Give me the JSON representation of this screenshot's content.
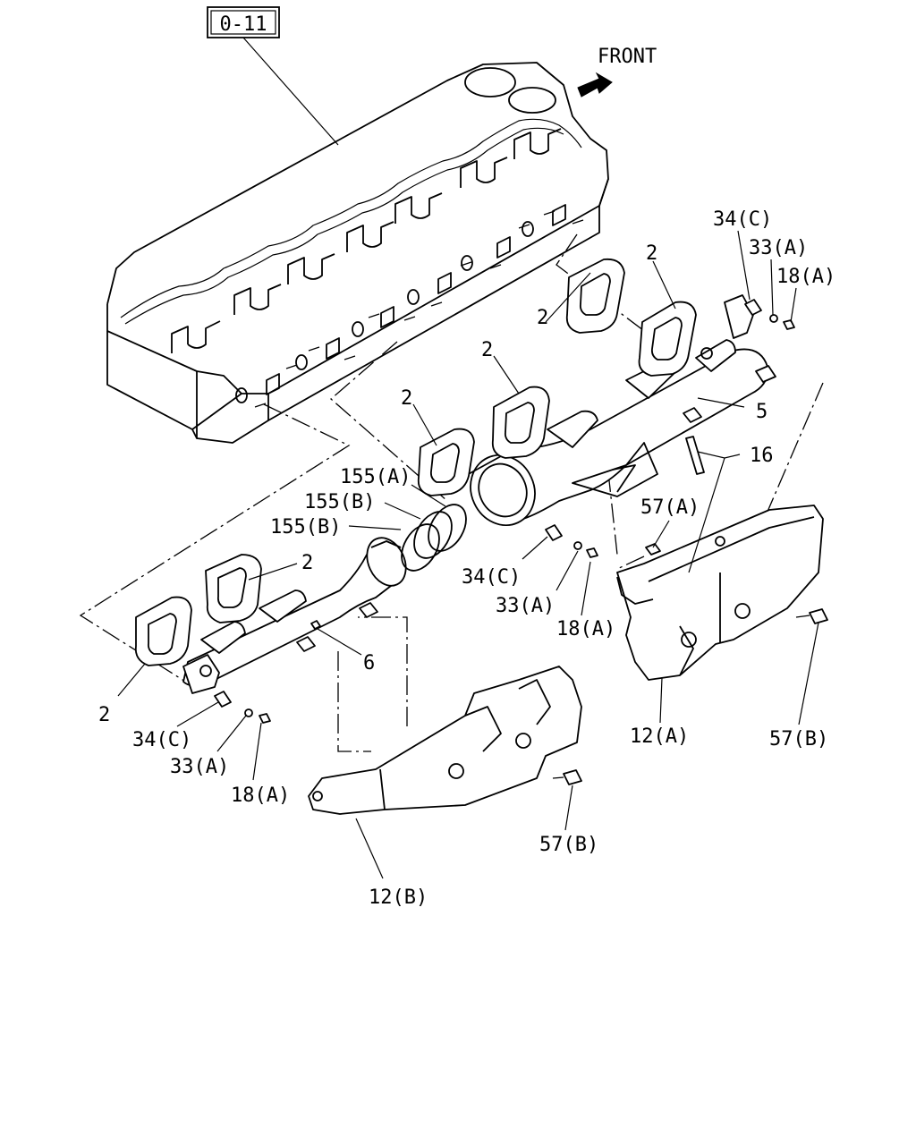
{
  "ref_box": {
    "text": "0-11"
  },
  "direction": {
    "label": "FRONT"
  },
  "callouts": {
    "gasket_1": "2",
    "gasket_2": "2",
    "gasket_3": "2",
    "gasket_4": "2",
    "gasket_5": "2",
    "gasket_6": "2",
    "spacer_top": "34(C)",
    "washer_top": "33(A)",
    "nut_top": "18(A)",
    "rear_manifold": "5",
    "stud": "16",
    "seal_a": "155(A)",
    "seal_b1": "155(B)",
    "seal_b2": "155(B)",
    "spacer_mid": "34(C)",
    "washer_mid": "33(A)",
    "nut_mid": "18(A)",
    "bolt_a": "57(A)",
    "front_manifold": "6",
    "spacer_low": "34(C)",
    "washer_low": "33(A)",
    "nut_low": "18(A)",
    "heat_shield_a": "12(A)",
    "bolt_b_right": "57(B)",
    "bolt_b_low": "57(B)",
    "heat_shield_b": "12(B)"
  }
}
